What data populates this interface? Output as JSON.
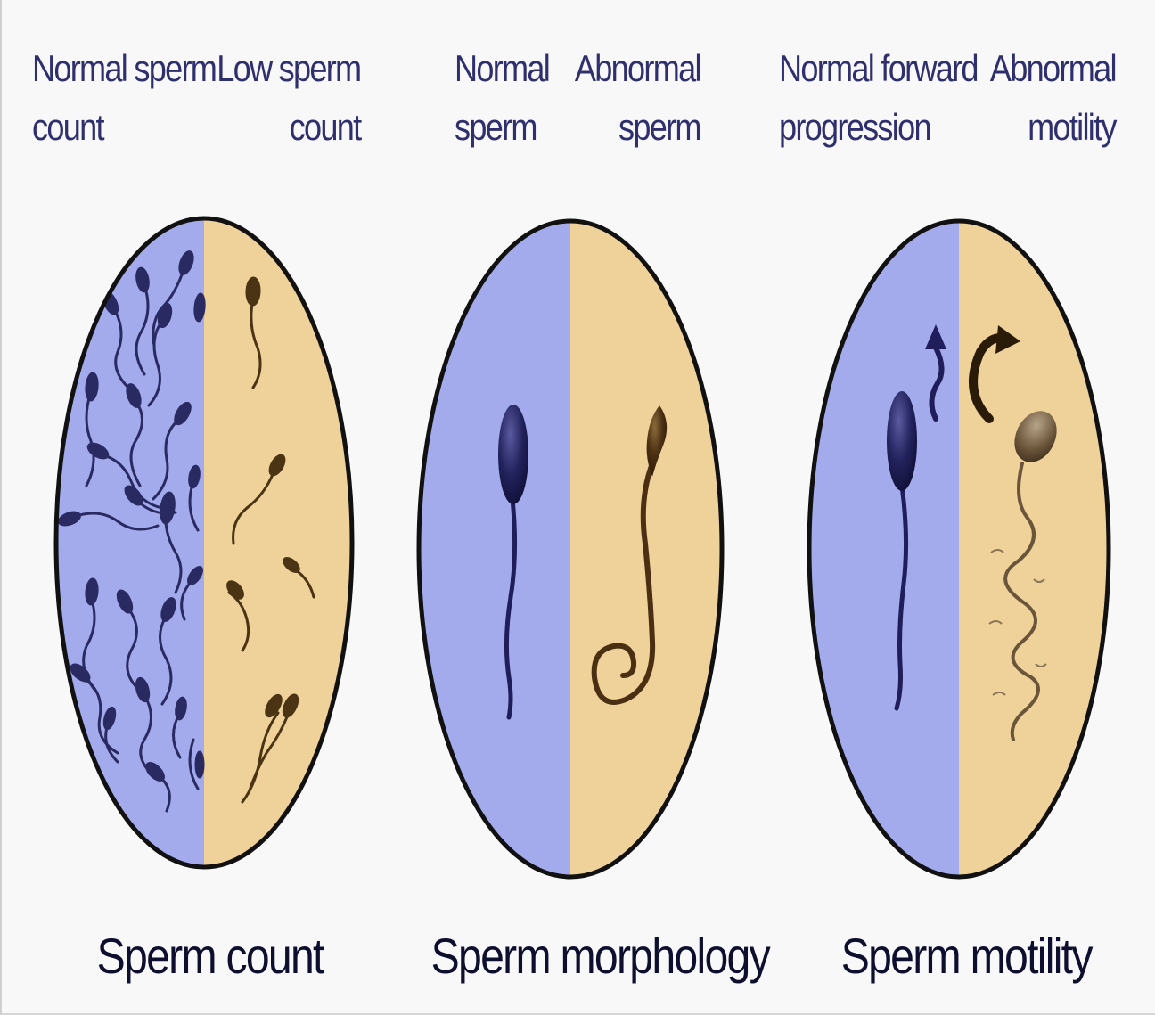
{
  "colors": {
    "normal_half": "#a3abec",
    "abnormal_half": "#efd19a",
    "outline": "#111111",
    "normal_sperm": "#1f1e5a",
    "abnormal_sperm": "#4a2f12",
    "label_text": "#2f2f6e",
    "caption_text": "#0e0e2e"
  },
  "panels": [
    {
      "left_label": "Normal sperm\ncount",
      "right_label": "Low sperm\ncount",
      "caption": "Sperm count"
    },
    {
      "left_label": "Normal\nsperm",
      "right_label": "Abnormal\nsperm",
      "caption": "Sperm morphology"
    },
    {
      "left_label": "Normal forward\nprogression",
      "right_label": "Abnormal\nmotility",
      "caption": "Sperm motility"
    }
  ]
}
